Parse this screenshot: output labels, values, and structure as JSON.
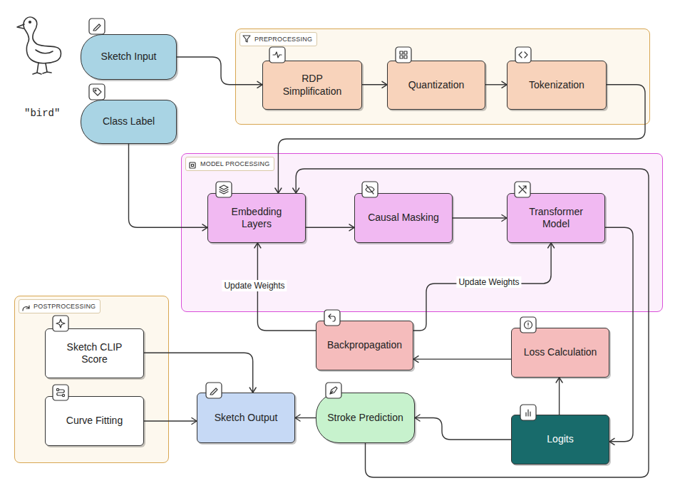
{
  "diagram": {
    "nodes": [
      {
        "text": [
          "Sketch Input"
        ]
      },
      {
        "text": [
          "PREPROCESSING"
        ]
      },
      {
        "text": [
          "RDP Simplification"
        ],
        "in": 1
      },
      {
        "text": [
          "Quantization"
        ],
        "in": 1
      },
      {
        "text": [
          "Tokenization"
        ],
        "in": 1
      },
      {
        "text": [
          "Class Label"
        ]
      },
      {
        "text": [
          "MODEL PROCESSING"
        ]
      },
      {
        "text": [
          "Embedding Layers"
        ],
        "in": 6
      },
      {
        "text": [
          "Causal Masking"
        ],
        "in": 6
      },
      {
        "text": [
          "Transformer Model"
        ],
        "in": 6
      },
      {
        "text": [
          "POSTPROCESSING"
        ]
      },
      {
        "text": [
          "Sketch CLIP Score"
        ],
        "in": 10
      },
      {
        "text": [
          "Curve Fitting"
        ],
        "in": 10
      },
      {
        "text": [
          "Backpropagation"
        ]
      },
      {
        "text": [
          "Loss Calculation"
        ]
      },
      {
        "text": [
          "Sketch Output"
        ]
      },
      {
        "text": [
          "Stroke Prediction"
        ]
      },
      {
        "text": [
          "Logits"
        ]
      }
    ],
    "edges": [
      {
        "from": 0,
        "to": 2,
        "arrow": "to"
      },
      {
        "from": 2,
        "to": 3,
        "arrow": "to"
      },
      {
        "from": 3,
        "to": 4,
        "arrow": "to"
      },
      {
        "from": 4,
        "to": 7,
        "arrow": "to"
      },
      {
        "from": 5,
        "to": 7,
        "arrow": "to"
      },
      {
        "from": 7,
        "to": 8,
        "arrow": "to"
      },
      {
        "from": 8,
        "to": 9,
        "arrow": "to"
      },
      {
        "from": 9,
        "to": 17,
        "arrow": "to"
      },
      {
        "from": 17,
        "to": 14,
        "arrow": "to"
      },
      {
        "from": 14,
        "to": 13,
        "arrow": "to"
      },
      {
        "from": 13,
        "to": 7,
        "label": "Update Weights",
        "arrow": "to"
      },
      {
        "from": 13,
        "to": 9,
        "label": "Update Weights",
        "arrow": "to"
      },
      {
        "from": 17,
        "to": 16,
        "arrow": "to"
      },
      {
        "from": 16,
        "to": 7,
        "arrow": "to"
      },
      {
        "from": 16,
        "to": 15,
        "arrow": "to"
      },
      {
        "from": 11,
        "to": 15,
        "arrow": "to"
      },
      {
        "from": 12,
        "to": 15,
        "arrow": "to"
      }
    ],
    "labels": [
      "\"bird\""
    ]
  }
}
